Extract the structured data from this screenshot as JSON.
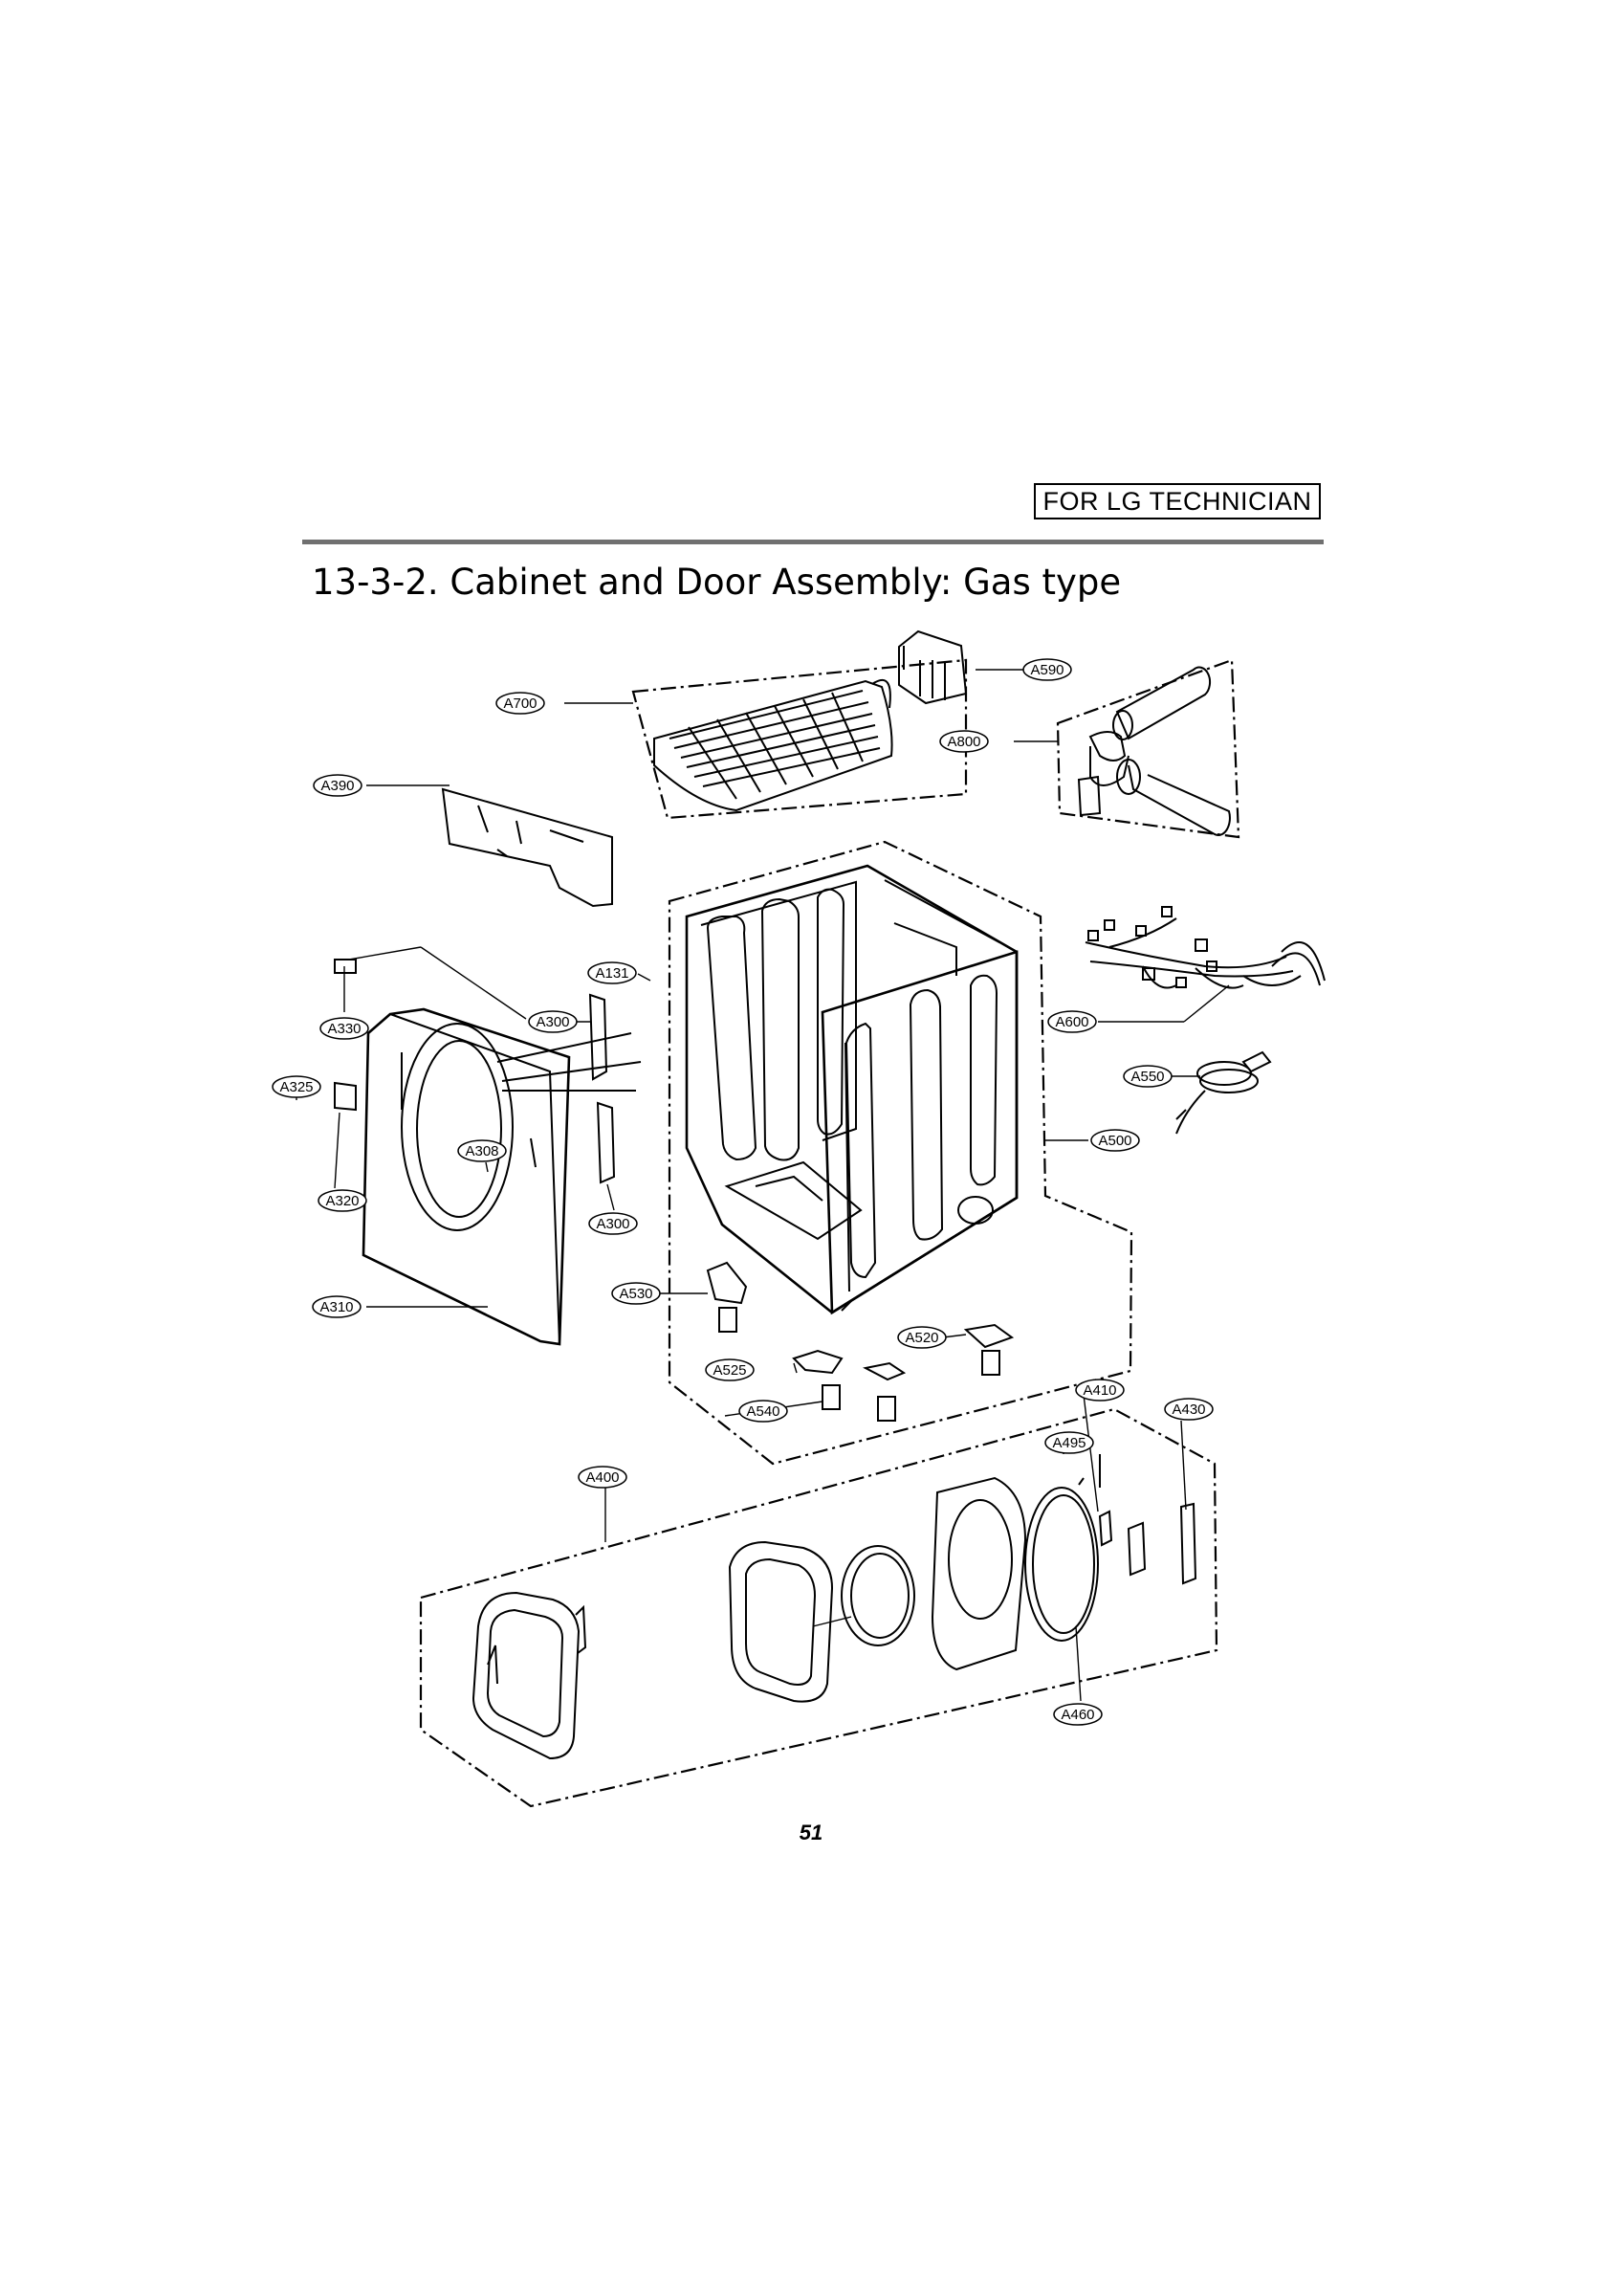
{
  "header": {
    "badge": "FOR LG TECHNICIAN",
    "title": "13-3-2. Cabinet and Door Assembly: Gas type"
  },
  "diagram": {
    "callouts": [
      "A590",
      "A700",
      "A800",
      "A390",
      "A131",
      "A330",
      "A300",
      "A600",
      "A325",
      "A550",
      "A308",
      "A500",
      "A320",
      "A300",
      "A310",
      "A530",
      "A520",
      "A525",
      "A410",
      "A430",
      "A540",
      "A495",
      "A400",
      "A460"
    ]
  },
  "footer": {
    "page_number": "51"
  }
}
